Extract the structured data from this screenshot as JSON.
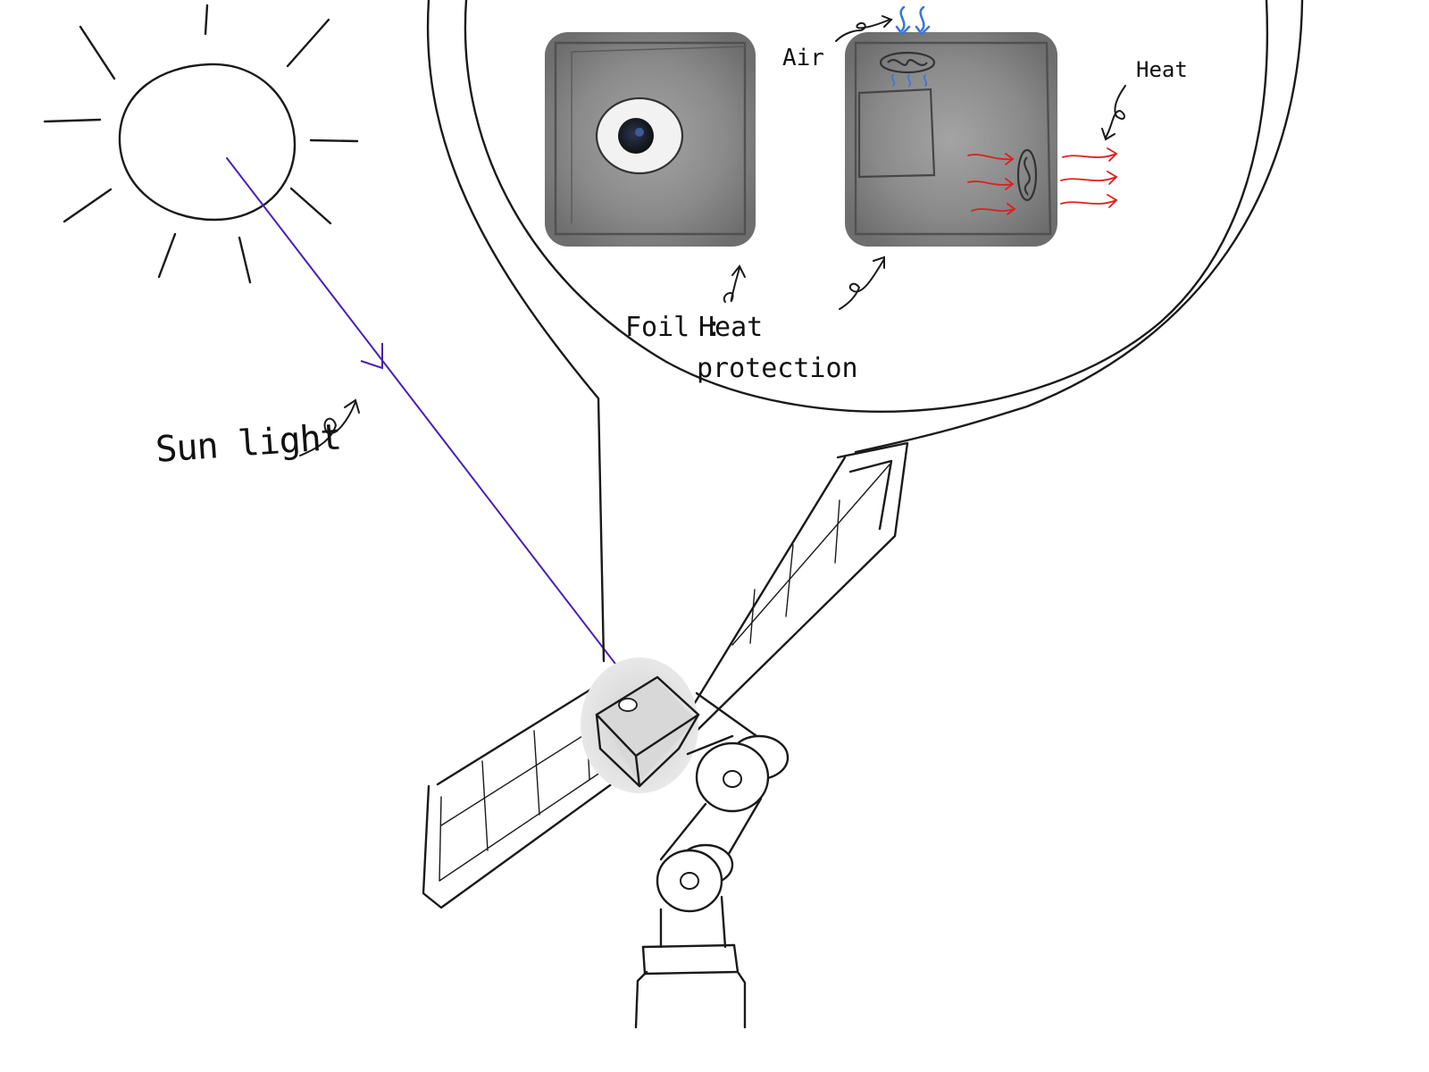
{
  "labels": {
    "sunlight": "Sun light",
    "foil_prefix": "Foil :",
    "foil_line1": "Heat",
    "foil_line2": "protection",
    "air": "Air",
    "heat": "Heat"
  },
  "icons": [
    "sun-icon",
    "camera-lens-icon",
    "fan-icon",
    "heat-arrow-icon",
    "air-arrow-icon",
    "satellite-icon",
    "robot-arm-icon"
  ],
  "colors": {
    "sunlight_ray": "#4a1fb8",
    "heat_arrows": "#e01e1e",
    "air_arrows": "#3b78d8",
    "foil_panel": "#8c8c8c"
  }
}
